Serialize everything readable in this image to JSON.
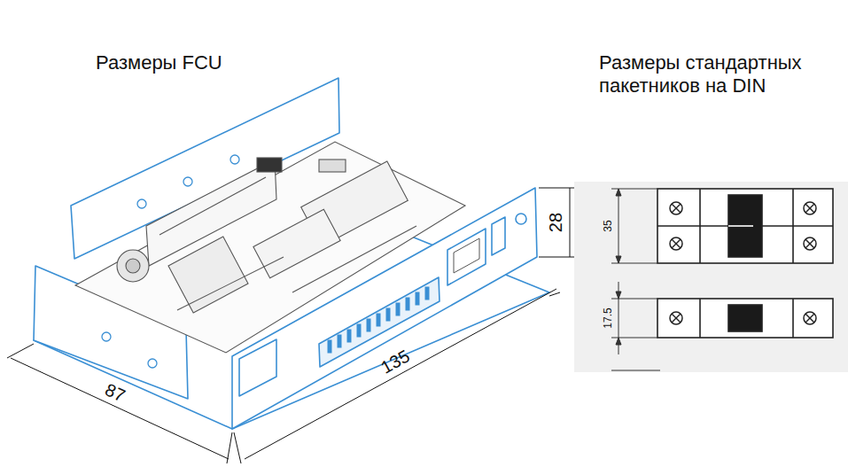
{
  "diagram": {
    "labels": [
      "Размеры FCU",
      "Размеры стандартных пакетников на DIN",
      "28",
      "87",
      "135",
      "35",
      "17.5"
    ]
  }
}
